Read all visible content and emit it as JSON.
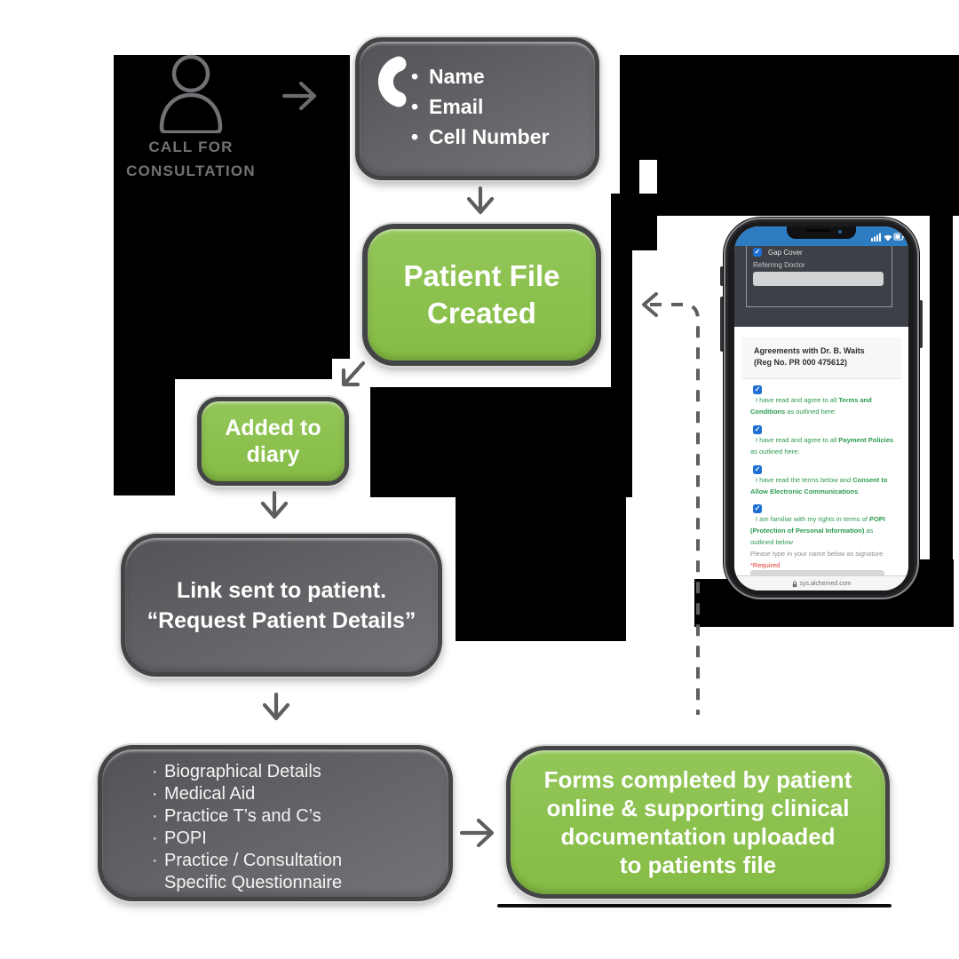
{
  "colors": {
    "green": "#8bc04c",
    "box_gray_top": "#525356",
    "box_gray_bottom": "#737477",
    "box_border": "#434446",
    "arrow_gray": "#5d5e60",
    "caller_label_gray": "#717275",
    "background_black": "#000000",
    "phone_statusbar_blue": "#2d7cc1",
    "phone_dark_section": "#3d4046",
    "agreement_text_green": "#2c9a50",
    "required_red": "#df382e",
    "checkbox_blue": "#1e6fd3"
  },
  "icons": {
    "check": "✓",
    "bullet": "•",
    "bullet_dot": "·"
  },
  "flow": {
    "caller_label_lines": [
      "CALL FOR",
      "CONSULTATION"
    ],
    "contact_box": {
      "items": [
        "Name",
        "Email",
        "Cell Number"
      ]
    },
    "patient_file_box": {
      "lines": [
        "Patient File",
        "Created"
      ]
    },
    "added_box": {
      "lines": [
        "Added to",
        "diary"
      ]
    },
    "link_box": {
      "lines": [
        "Link sent to patient.",
        "“Request Patient Details”"
      ]
    },
    "details_box": {
      "items": [
        "Biographical Details",
        "Medical Aid",
        "Practice T’s and C’s",
        "POPI",
        "Practice / Consultation"
      ],
      "continuation": "Specific Questionnaire"
    },
    "forms_box": {
      "lines": [
        "Forms completed by patient",
        "online & supporting clinical",
        "documentation uploaded",
        "to patients file"
      ]
    }
  },
  "phone": {
    "gap_cover_label": "Gap Cover",
    "referring_doctor_label": "Referring Doctor",
    "agreements_title_lines": [
      "Agreements with Dr. B. Waits",
      "(Reg No. PR 000 475612)"
    ],
    "agreements": [
      {
        "pre": "I have read and agree to all ",
        "bold": "Terms and Conditions",
        "post": " as outlined here:"
      },
      {
        "pre": "I have read and agree to all ",
        "bold": "Payment Policies",
        "post": " as outlined here:"
      },
      {
        "pre": "I have read the terms below and ",
        "bold": "Consent to Allow Electronic Communications",
        "post": ""
      },
      {
        "pre": "I am familiar with my rights in terms of ",
        "bold": "POPI (Protection of Personal Information)",
        "post": " as outlined below"
      }
    ],
    "signature_hint": "Please type in your name below as signature",
    "required_label": "*Required",
    "url": "sys.alchemed.com"
  }
}
